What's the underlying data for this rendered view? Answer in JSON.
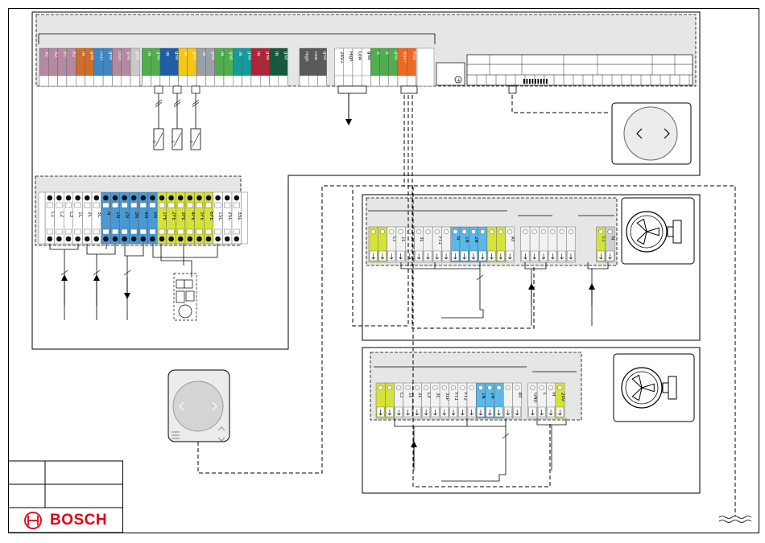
{
  "logo": {
    "text": "BOSCH",
    "color": "#e20015"
  },
  "colors": {
    "mauve": "#b48aa1",
    "orange": "#cf6e2b",
    "blue": "#3f86c3",
    "green": "#4fae4d",
    "darkblue": "#1f5ea5",
    "yellow": "#f5c518",
    "grey": "#9aa0a6",
    "teal": "#159a9a",
    "red": "#b52236",
    "darkgreen": "#145a3c",
    "lightgrey": "#c9c9c9",
    "panel": "#e6e6e6"
  },
  "top_terminals": [
    {
      "label": "A1",
      "color": "mauve"
    },
    {
      "label": "A2",
      "color": "mauve"
    },
    {
      "label": "B1",
      "color": "mauve"
    },
    {
      "label": "B2",
      "color": "mauve"
    },
    {
      "label": "IN",
      "color": "orange"
    },
    {
      "label": "gnd",
      "color": "orange"
    },
    {
      "label": "OUT",
      "color": "blue"
    },
    {
      "label": "gnd",
      "color": "blue"
    },
    {
      "label": "OUT",
      "color": "mauve"
    },
    {
      "label": "gnd",
      "color": "mauve"
    },
    {
      "label": "gnd",
      "color": "lightgrey"
    },
    {
      "label": "IN",
      "color": "green"
    },
    {
      "label": "gnd",
      "color": "green"
    },
    {
      "label": "IN",
      "color": "darkblue"
    },
    {
      "label": "gnd",
      "color": "darkblue"
    },
    {
      "label": "IN",
      "color": "yellow"
    },
    {
      "label": "gnd",
      "color": "yellow"
    },
    {
      "label": "IN",
      "color": "grey"
    },
    {
      "label": "gnd",
      "color": "grey"
    },
    {
      "label": "IN",
      "color": "green"
    },
    {
      "label": "gnd",
      "color": "green"
    },
    {
      "label": "IN",
      "color": "teal"
    },
    {
      "label": "gnd",
      "color": "teal"
    },
    {
      "label": "IN",
      "color": "red"
    },
    {
      "label": "gnd",
      "color": "red"
    },
    {
      "label": "IN",
      "color": "darkgreen"
    },
    {
      "label": "gnd",
      "color": "darkgreen"
    }
  ],
  "top_terminals_b": [
    {
      "label": "High",
      "color": "#5a5a5a"
    },
    {
      "label": "Low",
      "color": "#5a5a5a"
    },
    {
      "label": "gnd",
      "color": "#5a5a5a"
    },
    {
      "label": "24V+",
      "color": "#ffffff"
    },
    {
      "label": "High",
      "color": "#ffffff"
    },
    {
      "label": "Low",
      "color": "#ffffff"
    },
    {
      "label": "gnd",
      "color": "#ffffff"
    },
    {
      "label": "A",
      "color": "#4fae4d"
    },
    {
      "label": "B",
      "color": "#4fae4d"
    },
    {
      "label": "gnd",
      "color": "#4fae4d"
    },
    {
      "label": "Bus+",
      "color": "#ee6a22"
    },
    {
      "label": "Bus-",
      "color": "#ee6a22"
    }
  ],
  "mains_terminals": [
    {
      "label": "L1",
      "c": "#ffffff"
    },
    {
      "label": "L2",
      "c": "#ffffff"
    },
    {
      "label": "L3",
      "c": "#ffffff"
    },
    {
      "label": "1L",
      "c": "#ffffff"
    },
    {
      "label": "2L",
      "c": "#ffffff"
    },
    {
      "label": "3L",
      "c": "#ffffff"
    },
    {
      "label": "N",
      "c": "#4a98d4"
    },
    {
      "label": "1N",
      "c": "#4a98d4"
    },
    {
      "label": "2N",
      "c": "#4a98d4"
    },
    {
      "label": "3N",
      "c": "#4a98d4"
    },
    {
      "label": "4N",
      "c": "#4a98d4"
    },
    {
      "label": "5N",
      "c": "#4a98d4"
    },
    {
      "label": "1PE",
      "c": "#d5e23a"
    },
    {
      "label": "2PE",
      "c": "#d5e23a"
    },
    {
      "label": "3PE",
      "c": "#d5e23a"
    },
    {
      "label": "4PE",
      "c": "#d5e23a"
    },
    {
      "label": "5PE",
      "c": "#d5e23a"
    },
    {
      "label": "6PE",
      "c": "#d5e23a"
    },
    {
      "label": "1SL",
      "c": "#ffffff"
    },
    {
      "label": "2SL",
      "c": "#ffffff"
    },
    {
      "label": "3SL",
      "c": "#ffffff"
    }
  ],
  "unit1_terminals": [
    "",
    "",
    "L1",
    "1L",
    "2L",
    "3L",
    "",
    "FT1",
    "",
    "N",
    "1N",
    "2N",
    "",
    "",
    "",
    "RT",
    "",
    "",
    "",
    "",
    "",
    "",
    "L1",
    "N"
  ],
  "unit2_terminals": [
    "",
    "",
    "L1",
    "1L",
    "2L",
    "L3",
    "3L",
    "3LP",
    "FT1",
    "FT2",
    "",
    "1N",
    "2N",
    "",
    "",
    "RT",
    "GND",
    "L",
    "H",
    "24V"
  ]
}
